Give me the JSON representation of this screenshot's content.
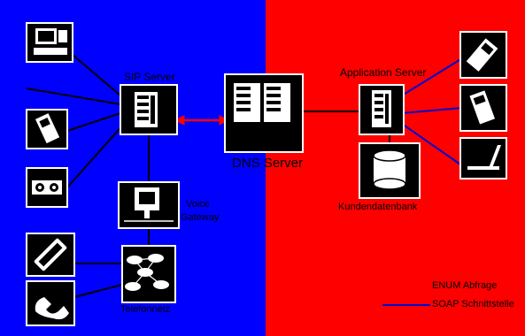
{
  "diagram": {
    "labels": {
      "sip_server": "SIP Server",
      "dns_server": "DNS Server",
      "application_server": "Application Server",
      "voice_gateway_line1": "Voice",
      "voice_gateway_line2": "Gateway",
      "kundendatenbank": "Kundendatenbank",
      "telefonnetz": "Telefonnetz"
    },
    "legend": {
      "enum_label": "ENUM Abfrage",
      "soap_label": "SOAP Schnittstelle"
    }
  },
  "colors": {
    "left_region": "#0000ff",
    "right_region": "#ff0000",
    "enum_arrow": "#ff0000",
    "soap_line": "#0000cc",
    "device_outline": "#000000"
  }
}
